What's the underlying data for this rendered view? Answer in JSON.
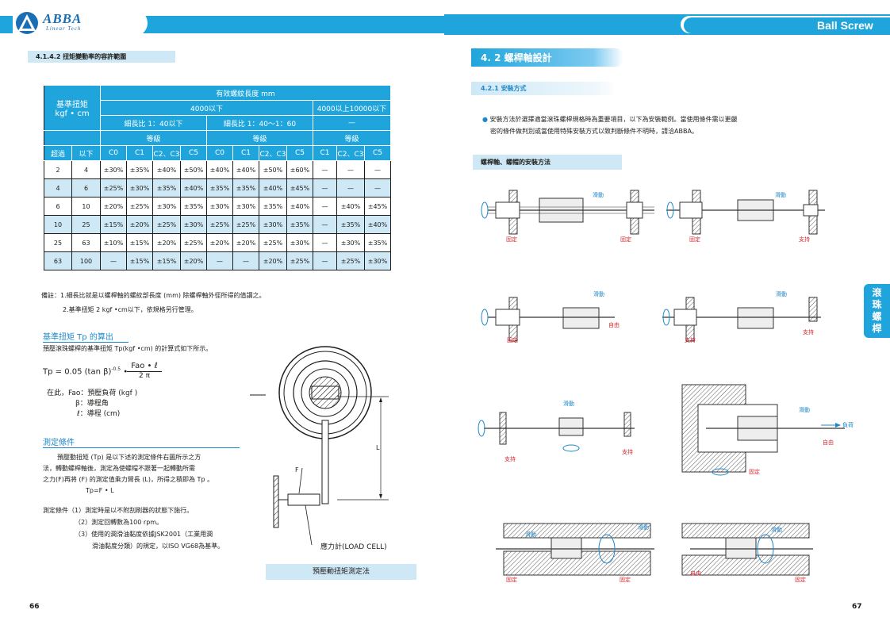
{
  "header": {
    "logo_name": "ABBA",
    "logo_sub": "Linear Tech",
    "right_title": "Ball Screw"
  },
  "left_page": {
    "section_title": "4.1.4.2 扭矩變動率的容許範圍",
    "table": {
      "h1": {
        "ref": "基準扭矩\nkgf • cm",
        "eff": "有效螺紋長度 mm"
      },
      "h2": {
        "a": "4000以下",
        "b": "4000以上10000以下"
      },
      "h3": {
        "a": "細長比 1：40以下",
        "b": "細長比 1：40～1：60",
        "c": "—"
      },
      "h4": {
        "a": "等級",
        "b": "等級",
        "c": "等級"
      },
      "h5": [
        "超過",
        "以下",
        "C0",
        "C1",
        "C2、C3",
        "C5",
        "C0",
        "C1",
        "C2、C3",
        "C5",
        "C1",
        "C2、C3",
        "C5"
      ],
      "rows": [
        [
          "2",
          "4",
          "±30%",
          "±35%",
          "±40%",
          "±50%",
          "±40%",
          "±40%",
          "±50%",
          "±60%",
          "—",
          "—",
          "—"
        ],
        [
          "4",
          "6",
          "±25%",
          "±30%",
          "±35%",
          "±40%",
          "±35%",
          "±35%",
          "±40%",
          "±45%",
          "—",
          "—",
          "—"
        ],
        [
          "6",
          "10",
          "±20%",
          "±25%",
          "±30%",
          "±35%",
          "±30%",
          "±30%",
          "±35%",
          "±40%",
          "—",
          "±40%",
          "±45%"
        ],
        [
          "10",
          "25",
          "±15%",
          "±20%",
          "±25%",
          "±30%",
          "±25%",
          "±25%",
          "±30%",
          "±35%",
          "—",
          "±35%",
          "±40%"
        ],
        [
          "25",
          "63",
          "±10%",
          "±15%",
          "±20%",
          "±25%",
          "±20%",
          "±20%",
          "±25%",
          "±30%",
          "—",
          "±30%",
          "±35%"
        ],
        [
          "63",
          "100",
          "—",
          "±15%",
          "±15%",
          "±20%",
          "—",
          "—",
          "±20%",
          "±25%",
          "—",
          "±25%",
          "±30%"
        ]
      ]
    },
    "notes": [
      "備註：1.細長比就是以螺桿軸的螺紋部長度 (mm) 除螺桿軸外徑所得的值謂之。",
      "2.基準扭矩 2 kgf •cm以下，依規格另行管理。"
    ],
    "calc_heading": "基準扭矩 Tp 的算出",
    "calc_intro": "預壓滾珠螺桿的基準扭矩 Tp(kgf •cm) 的計算式如下所示。",
    "formula": {
      "lhs": "Tp = 0.05 (tan β)",
      "exp": "-0.5",
      "dot": "•",
      "num": "Fao • ℓ",
      "den": "2 π"
    },
    "where": [
      "在此，Fao：預壓負荷 (kgf )",
      "β：導程角",
      "ℓ：導程 (cm)"
    ],
    "cond_heading": "測定條件",
    "cond_para": [
      "預壓動扭矩 (Tp) 是以下述的測定條件右圖所示之方",
      "法，轉動螺桿軸後，測定為使螺帽不跟著一起轉動所需",
      "之力(F)再將 (F) 的測定值乘力臂長 (L)，所得之積即為 Tp 。"
    ],
    "tp_eq": "Tp=F • L",
    "cond_list": [
      "測定條件（1）測定時是以不附刮刷器的狀態下施行。",
      "（2）測定回轉數為100 rpm。",
      "（3）使用的潤滑油黏度依據JSK2001（工業用潤",
      "滑油黏度分類）的規定，以ISO VG68為基準。"
    ],
    "fig_labels": {
      "F": "F",
      "L": "L",
      "load_cell": "應力計(LOAD CELL)"
    },
    "fig_caption": "預壓動扭矩測定法",
    "page_num": "66"
  },
  "right_page": {
    "section_title": "4. 2  螺桿軸設計",
    "sub_title": "4.2.1  安裝方式",
    "bullet": [
      "安裝方法於選擇適當滾珠螺桿規格時為重要項目，以下為安裝範例。當使用條件需以更嚴",
      "密的條件做判別或當使用特殊安裝方式以致判斷條件不明時，請洽ABBA。"
    ],
    "diagram_header": "螺桿軸、螺帽的安裝方法",
    "labels": {
      "slide": "滑動",
      "fixed": "固定",
      "support": "支持",
      "free": "自由",
      "load": "負荷"
    },
    "side_tab": [
      "滾",
      "珠",
      "螺",
      "桿"
    ],
    "page_num": "67"
  },
  "colors": {
    "accent": "#1fa5dc",
    "light": "#cfe8f6",
    "red": "#d8262d",
    "link": "#1e88c8"
  }
}
